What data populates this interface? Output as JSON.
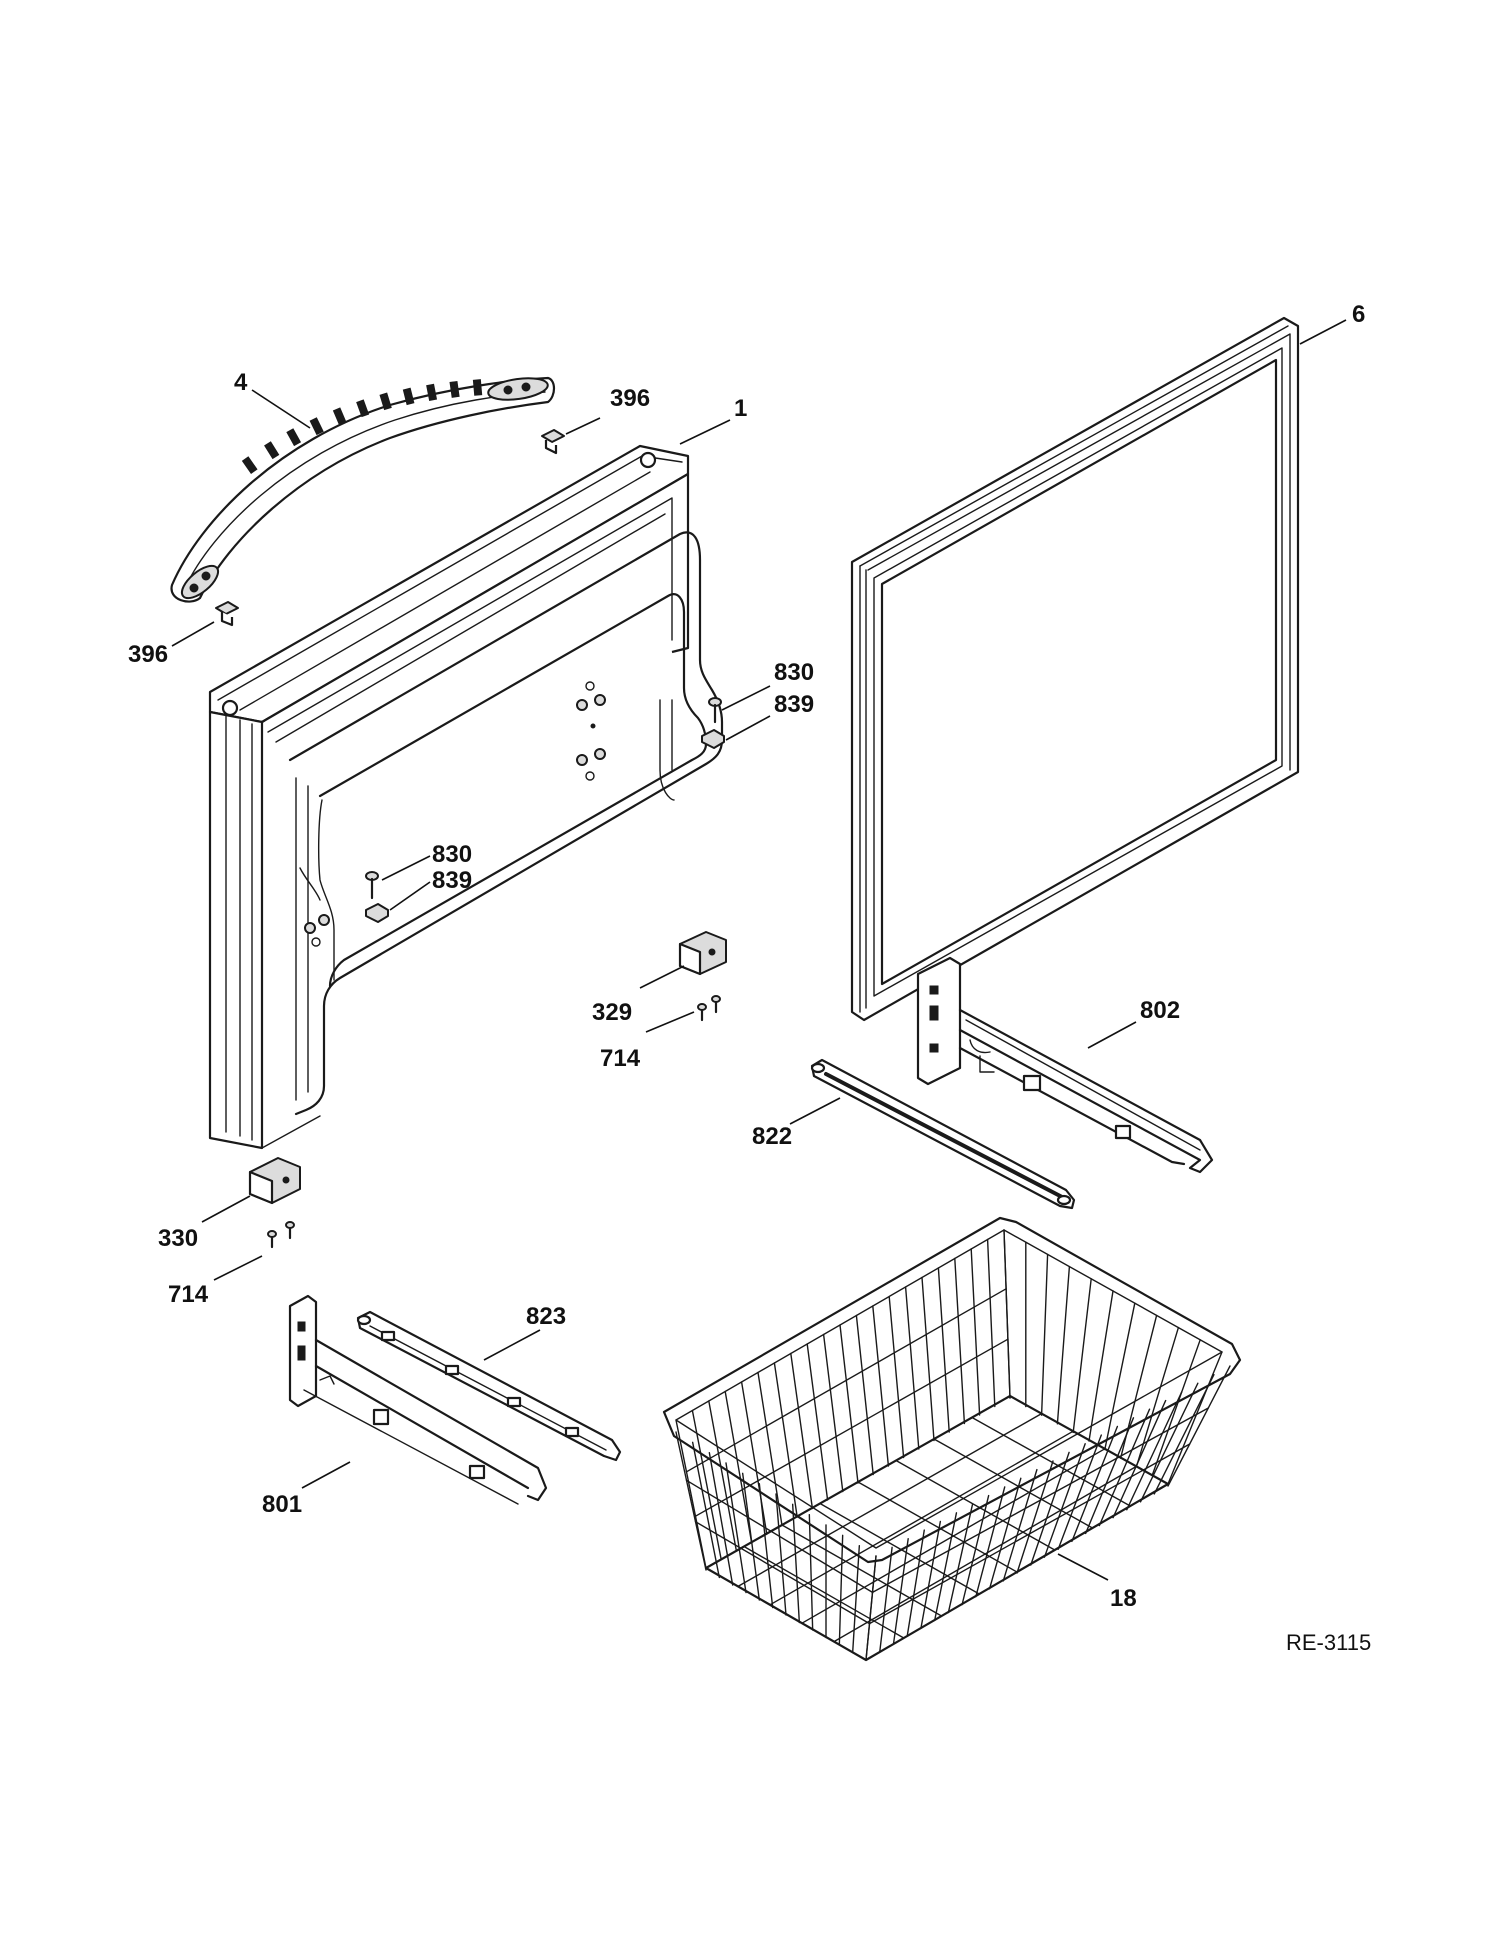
{
  "callouts": {
    "handle": "4",
    "screw_handle_top": "396",
    "door": "1",
    "gasket": "6",
    "screw_handle_bottom": "396",
    "screw_upper_right": "830",
    "clip_upper_right": "839",
    "screw_inner": "830",
    "clip_inner": "839",
    "bracket_right": "329",
    "screws_right": "714",
    "rail_right": "802",
    "crossbar": "822",
    "bracket_left": "330",
    "screws_left": "714",
    "slide_left": "823",
    "rail_left": "801",
    "basket": "18"
  },
  "doc_id": "RE-3115"
}
